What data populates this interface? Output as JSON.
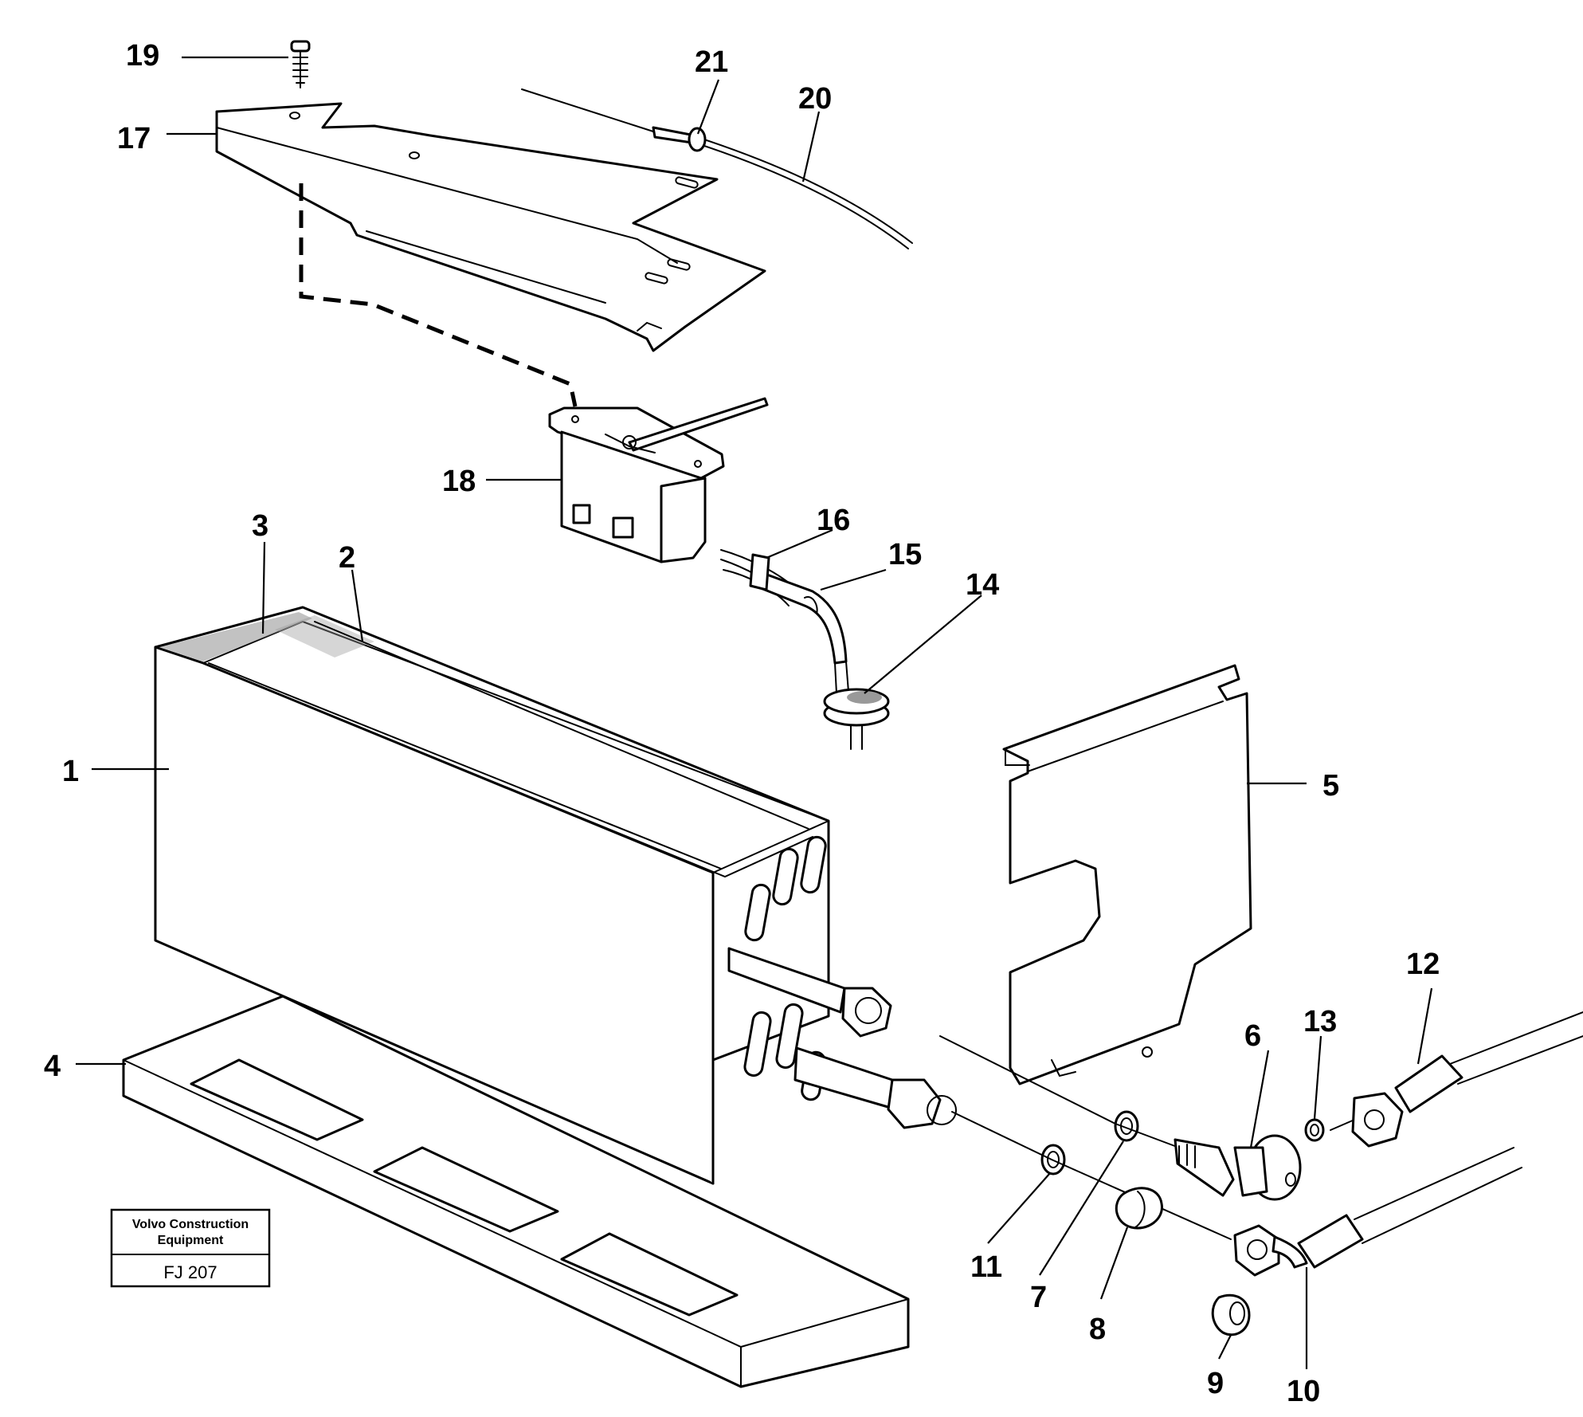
{
  "callouts": {
    "c1": "1",
    "c2": "2",
    "c3": "3",
    "c4": "4",
    "c5": "5",
    "c6": "6",
    "c7": "7",
    "c8": "8",
    "c9": "9",
    "c10": "10",
    "c11": "11",
    "c12": "12",
    "c13": "13",
    "c14": "14",
    "c15": "15",
    "c16": "16",
    "c17": "17",
    "c18": "18",
    "c19": "19",
    "c20": "20",
    "c21": "21"
  },
  "stamp": {
    "line1": "Volvo Construction",
    "line2": "Equipment",
    "code": "FJ 207"
  }
}
